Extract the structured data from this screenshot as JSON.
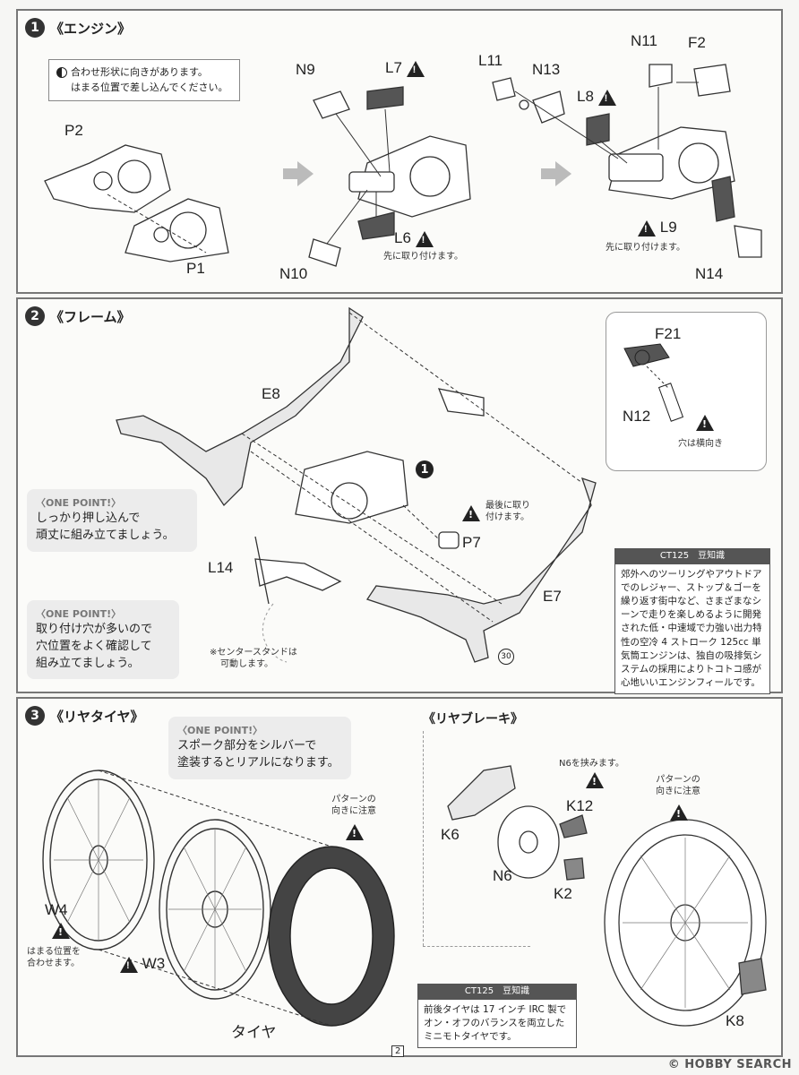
{
  "step1": {
    "number": "1",
    "title": "《エンジン》",
    "note_line1": "合わせ形状に向きがあります。",
    "note_line2": "はまる位置で差し込んでください。",
    "labels": {
      "p2": "P2",
      "p1": "P1",
      "n9": "N9",
      "l7": "L7",
      "l6": "L6",
      "n10": "N10",
      "l11": "L11",
      "n13": "N13",
      "n11": "N11",
      "f2": "F2",
      "l8": "L8",
      "l9": "L9",
      "n14": "N14"
    },
    "l6_note": "先に取り付けます。",
    "l9_note": "先に取り付けます。"
  },
  "step2": {
    "number": "2",
    "title": "《フレーム》",
    "labels": {
      "e8": "E8",
      "e7": "E7",
      "l14": "L14",
      "p7": "P7",
      "f21": "F21",
      "n12": "N12",
      "ref1": "1",
      "ref30": "30"
    },
    "p7_note_line1": "最後に取り",
    "p7_note_line2": "付けます。",
    "n12_note": "穴は横向き",
    "stand_note_line1": "※センタースタンドは",
    "stand_note_line2": "可動します。",
    "onepoint1": {
      "head": "〈ONE POINT!〉",
      "line1": "しっかり押し込んで",
      "line2": "頑丈に組み立てましょう。"
    },
    "onepoint2": {
      "head": "〈ONE POINT!〉",
      "line1": "取り付け穴が多いので",
      "line2": "穴位置をよく確認して",
      "line3": "組み立てましょう。"
    },
    "trivia": {
      "head": "CT125　豆知識",
      "body": "郊外へのツーリングやアウトドアでのレジャー、ストップ＆ゴーを繰り返す街中など、さまざまなシーンで走りを楽しめるように開発された低・中速域で力強い出力特性の空冷 4 ストローク 125cc 単気筒エンジンは、独自の吸排気システムの採用によりトコトコ感が心地いいエンジンフィールです。"
    }
  },
  "step3": {
    "number": "3",
    "title": "《リヤタイヤ》",
    "onepoint": {
      "head": "〈ONE POINT!〉",
      "line1": "スポーク部分をシルバーで",
      "line2": "塗装するとリアルになります。"
    },
    "pattern_note_line1": "パターンの",
    "pattern_note_line2": "向きに注意",
    "labels": {
      "w4": "W4",
      "w3": "W3",
      "tire": "タイヤ"
    },
    "w4_note_line1": "はまる位置を",
    "w4_note_line2": "合わせます。",
    "brake": {
      "title": "《リヤブレーキ》",
      "n6_note": "N6を挟みます。",
      "labels": {
        "k6": "K6",
        "n6": "N6",
        "k12": "K12",
        "k2": "K2",
        "k8": "K8"
      },
      "pattern_note_line1": "パターンの",
      "pattern_note_line2": "向きに注意"
    },
    "trivia": {
      "head": "CT125　豆知識",
      "body": "前後タイヤは 17 インチ IRC 製でオン・オフのバランスを両立したミニモトタイヤです。"
    }
  },
  "page_number": "2",
  "watermark": "© HOBBY SEARCH"
}
